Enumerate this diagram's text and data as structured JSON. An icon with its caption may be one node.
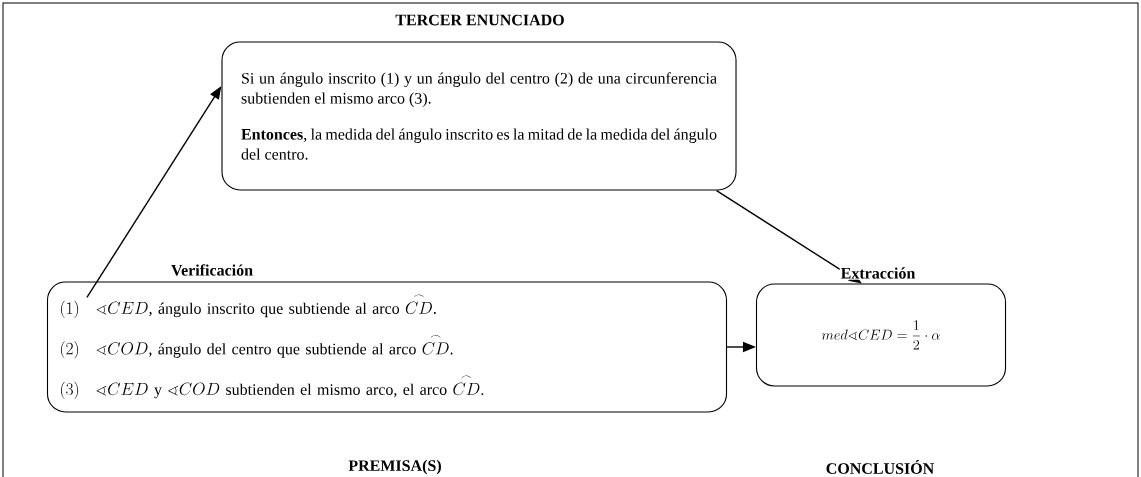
{
  "diagram": {
    "nodes": [
      {
        "text": [
          "TERCER ENUNCIADO",
          "Si un ángulo inscrito (1) y un ángulo del centro (2) de una circunferencia subtienden el mismo arco (3).",
          "**Entonces**, la medida del ángulo inscrito es la mitad de la medida del ángulo del centro."
        ]
      },
      {
        "text": [
          "(1)\\quad\\sphericalangle CED\\text{, ángulo inscrito que subtiende al arco }\\overset{\\frown}{CD}\\text{.}",
          "(2)\\quad\\sphericalangle COD\\text{, ángulo del centro que subtiende al arco }\\overset{\\frown}{CD}\\text{.}",
          "(3)\\quad\\sphericalangle CED\\text{ y }\\sphericalangle COD\\text{ subtienden el mismo arco, el arco }\\overset{\\frown}{CD}\\text{.}"
        ]
      },
      {
        "text": [
          "med\\sphericalangle CED=\\dfrac{1}{2}\\cdot\\alpha"
        ]
      }
    ],
    "edges": [
      {
        "from": 1,
        "to": 0,
        "arrow": "to",
        "label": "Verificación"
      },
      {
        "from": 0,
        "to": 2,
        "arrow": "to",
        "label": "Extracción"
      },
      {
        "from": 1,
        "to": 2,
        "arrow": "to"
      }
    ],
    "labels": [
      "PREMISA(S)",
      "CONCLUSIÓN"
    ]
  }
}
